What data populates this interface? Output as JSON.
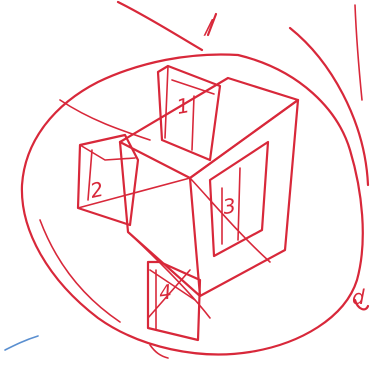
{
  "colors": {
    "ink": "#d8283a",
    "pen_blue": "#5a8fd0",
    "background": "#ffffff"
  },
  "labels": {
    "face_1": "1",
    "face_2": "2",
    "face_3": "3",
    "face_4": "4",
    "mark_top": "/",
    "mark_right": "d"
  }
}
